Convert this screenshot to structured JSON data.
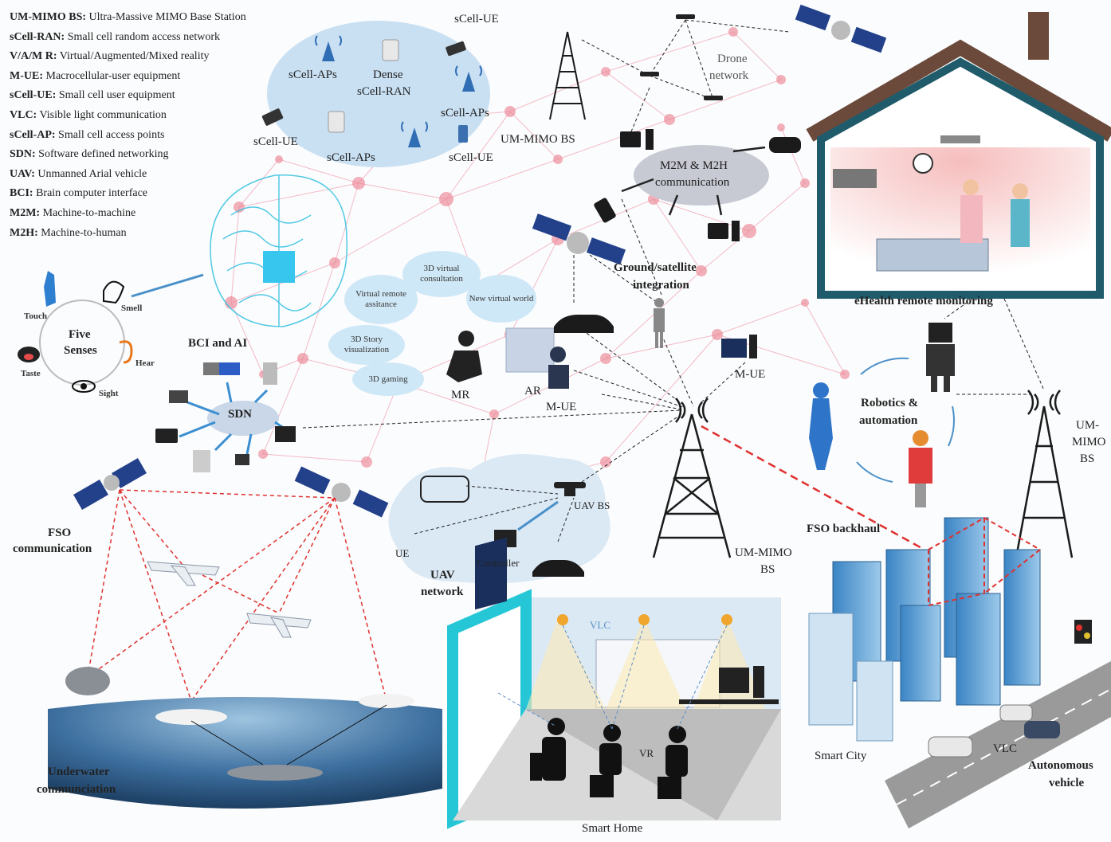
{
  "legend": [
    {
      "abbr": "UM-MIMO BS:",
      "desc": "Ultra-Massive MIMO Base Station"
    },
    {
      "abbr": "sCell-RAN:",
      "desc": "Small cell random access network"
    },
    {
      "abbr": "V/A/M R:",
      "desc": "Virtual/Augmented/Mixed reality"
    },
    {
      "abbr": "M-UE:",
      "desc": "Macrocellular-user equipment"
    },
    {
      "abbr": "sCell-UE:",
      "desc": "Small cell user equipment"
    },
    {
      "abbr": "VLC:",
      "desc": "Visible light communication"
    },
    {
      "abbr": "sCell-AP:",
      "desc": "Small cell access points"
    },
    {
      "abbr": "SDN:",
      "desc": "Software defined networking"
    },
    {
      "abbr": "UAV:",
      "desc": "Unmanned Arial vehicle"
    },
    {
      "abbr": "BCI:",
      "desc": "Brain computer interface"
    },
    {
      "abbr": "M2M:",
      "desc": "Machine-to-machine"
    },
    {
      "abbr": "M2H:",
      "desc": "Machine-to-human"
    }
  ],
  "labels": {
    "scell_aps_1": "sCell-APs",
    "dense_1": "Dense",
    "dense_2": "sCell-RAN",
    "scell_ue_top": "sCell-UE",
    "scell_aps_2": "sCell-APs",
    "scell_ue_left": "sCell-UE",
    "scell_aps_3": "sCell-APs",
    "scell_ue_bottom": "sCell-UE",
    "um_mimo_bs_top": "UM-MIMO BS",
    "drone_1": "Drone",
    "drone_2": "network",
    "m2m_1": "M2M & M2H",
    "m2m_2": "communication",
    "ground_sat_1": "Ground/satellite",
    "ground_sat_2": "integration",
    "ehealth": "eHealth remote monitoring",
    "five_1": "Five",
    "five_2": "Senses",
    "touch": "Touch",
    "smell": "Smell",
    "taste": "Taste",
    "hear": "Hear",
    "sight": "Sight",
    "bci_ai": "BCI and AI",
    "sdn": "SDN",
    "mr": "MR",
    "ar": "AR",
    "m_ue_center": "M-UE",
    "m_ue_right": "M-UE",
    "robotics_1": "Robotics &",
    "robotics_2": "automation",
    "um_mimo_right_1": "UM-",
    "um_mimo_right_2": "MIMO",
    "um_mimo_right_3": "BS",
    "fso_comm_1": "FSO",
    "fso_comm_2": "communication",
    "uav_bs": "UAV BS",
    "ue": "UE",
    "controller": "Controller",
    "uav_net_1": "UAV",
    "uav_net_2": "network",
    "um_mimo_center_1": "UM-MIMO",
    "um_mimo_center_2": "BS",
    "fso_backhaul": "FSO backhaul",
    "vlc_home": "VLC",
    "vr": "VR",
    "smart_home": "Smart Home",
    "smart_city": "Smart City",
    "vlc_city": "VLC",
    "auto_1": "Autonomous",
    "auto_2": "vehicle",
    "underwater_1": "Underwater",
    "underwater_2": "communciation"
  },
  "vr_bubbles": {
    "virtual_remote": "Virtual remote assitance",
    "consultation": "3D virtual consultation",
    "new_world": "New virtual world",
    "story": "3D Story visualization",
    "gaming": "3D gaming"
  },
  "colors": {
    "network_pink": "#f1a5b5",
    "node_pink": "#ec8796",
    "fso_red": "#e0312f",
    "cloud_blue": "#c9e0f3",
    "house_roof": "#6b4a3b",
    "house_wall": "#1f5b6b",
    "sea_blue": "#2d5f8f",
    "tower_black": "#1b1b1b",
    "brain_blue": "#3fc4e3"
  }
}
